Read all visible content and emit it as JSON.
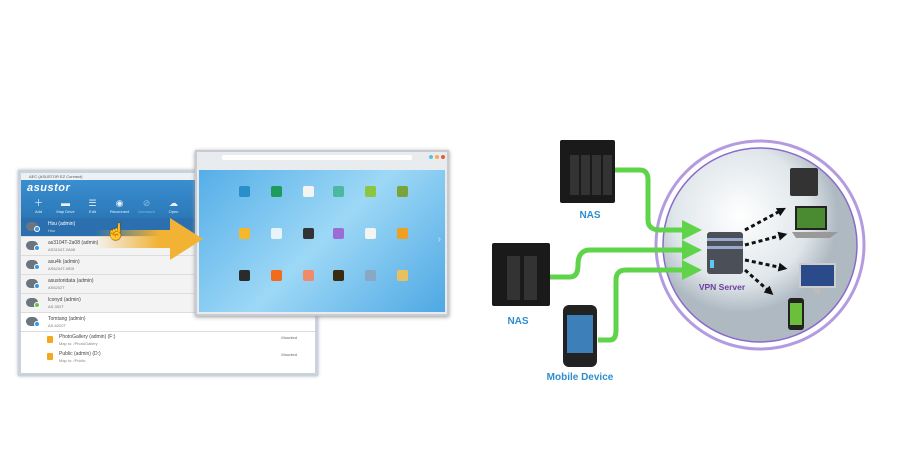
{
  "ez_connect": {
    "window_title": "AEC (ASUSTOR EZ Connect)",
    "logo": "asustor",
    "toolbar": [
      {
        "label": "Add",
        "icon": "plus-icon"
      },
      {
        "label": "Map Drive",
        "icon": "drive-icon"
      },
      {
        "label": "Edit",
        "icon": "edit-icon"
      },
      {
        "label": "Reconnect",
        "icon": "reconnect-icon"
      },
      {
        "label": "Unmount",
        "icon": "unmount-icon"
      },
      {
        "label": "Open",
        "icon": "open-icon"
      }
    ],
    "connections": [
      {
        "name": "Hsu (admin)",
        "sub": "Hsu",
        "selected": true
      },
      {
        "name": "as3104T-2a08 (admin)",
        "sub": "AS3104T-2A08"
      },
      {
        "name": "asu4k (admin)",
        "sub": "AS6204T-0fD5"
      },
      {
        "name": "asustoridata (admin)",
        "sub": "AS6202T"
      },
      {
        "name": "lconyd (admin)",
        "sub": "AS-302T"
      },
      {
        "name": "Tomtang (admin)",
        "sub": "AS-6202T"
      }
    ],
    "drives": [
      {
        "name": "PhotoGallery (admin) (F:)",
        "map": "Map to: /PhotoGallery",
        "status": "Mounted"
      },
      {
        "name": "Public (admin) (D:)",
        "map": "Map to: /Public",
        "status": "Mounted"
      }
    ]
  },
  "diagram": {
    "nas_top": "NAS",
    "nas_left": "NAS",
    "mobile": "Mobile Device",
    "vpn": "VPN Server",
    "colors": {
      "link": "#5fd34a",
      "vpn_label": "#6b3fa0",
      "label": "#2f8dcf",
      "arrow": "#f2b233"
    }
  }
}
